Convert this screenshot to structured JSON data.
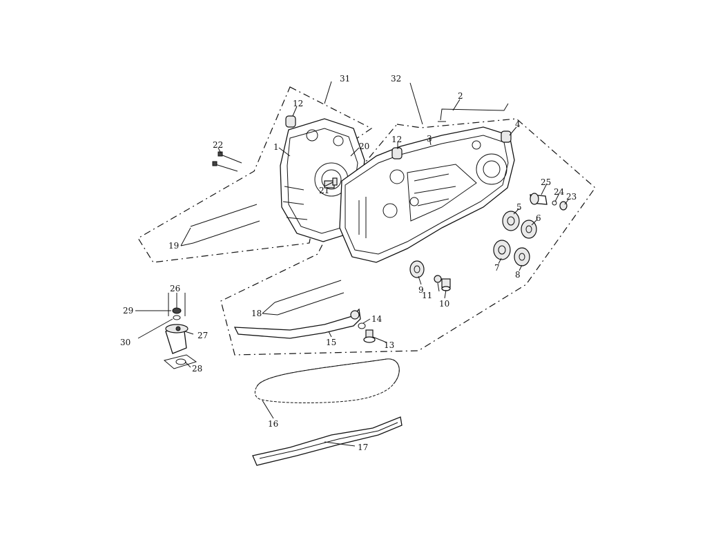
{
  "callouts": {
    "c1": "1",
    "c2": "2",
    "c3": "3",
    "c4": "4",
    "c5": "5",
    "c6": "6",
    "c7": "7",
    "c8": "8",
    "c9": "9",
    "c10": "10",
    "c11": "11",
    "c12a": "12",
    "c12b": "12",
    "c13": "13",
    "c14": "14",
    "c15": "15",
    "c16": "16",
    "c17": "17",
    "c18": "18",
    "c19": "19",
    "c20": "20",
    "c21": "21",
    "c22": "22",
    "c23": "23",
    "c24": "24",
    "c25": "25",
    "c26": "26",
    "c27": "27",
    "c28": "28",
    "c29": "29",
    "c30": "30",
    "c31": "31",
    "c32": "32"
  }
}
